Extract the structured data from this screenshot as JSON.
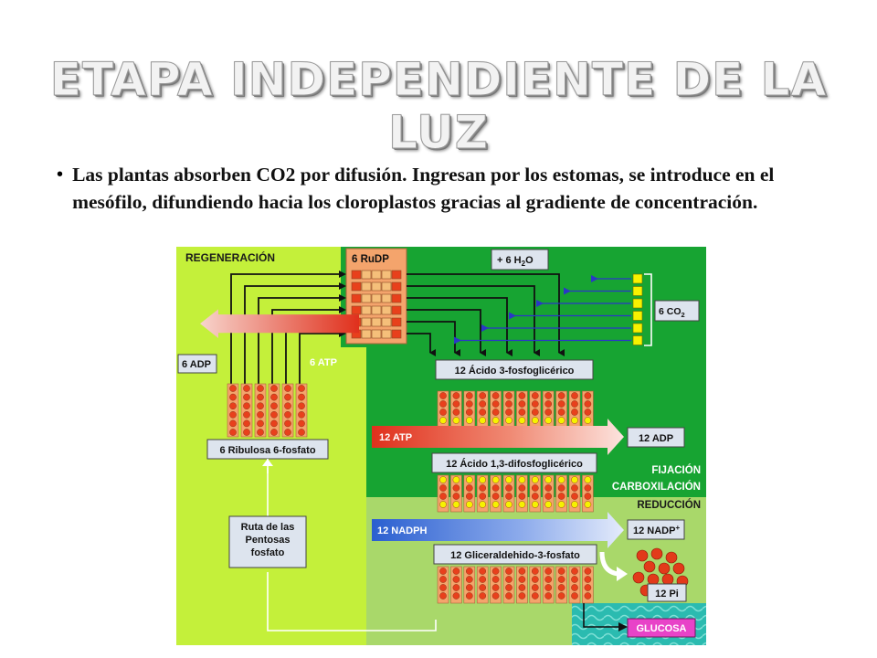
{
  "slide": {
    "title": "ETAPA INDEPENDIENTE DE LA LUZ",
    "bullet": "Las plantas absorben CO2 por difusión. Ingresan por los estomas, se introduce en el mesófilo, difundiendo hacia los cloroplastos gracias al gradiente de concentración."
  },
  "diagram": {
    "labels": {
      "regeneracion": "REGENERACIÓN",
      "rudp": "6 RuDP",
      "h2o_prefix": "+ 6 H",
      "h2o_sub": "2",
      "h2o_suffix": "O",
      "co2_prefix": "6  CO",
      "co2_sub": "2",
      "adp6": "6 ADP",
      "atp6": "6 ATP",
      "acido3": "12 Ácido 3-fosfoglicérico",
      "atp12": "12 ATP",
      "adp12": "12 ADP",
      "acido13": "12 Ácido 1,3-difosfoglicérico",
      "fijacion": "FIJACIÓN",
      "carboxilacion": "CARBOXILACIÓN",
      "reduccion": "REDUCCIÓN",
      "ribulosa": "6 Ribulosa 6-fosfato",
      "ruta1": "Ruta de las",
      "ruta2": "Pentosas",
      "ruta3": "fosfato",
      "nadph": "12 NADPH",
      "nadp_prefix": "12 NADP",
      "nadp_sup": "+",
      "gliceraldehido": "12 Gliceraldehido-3-fosfato",
      "pi": "12 Pi",
      "glucosa": "GLUCOSA"
    },
    "colors": {
      "lime_panel": "#c4f03a",
      "dark_green_panel": "#17a432",
      "light_green_panel": "#a9d86a",
      "molecule_box": "#f4a46c",
      "phosphate": "#e8401c",
      "carbon": "#f5bf7a",
      "co2_square": "#f7f200",
      "label_box": "#dde4ee",
      "glucosa_box": "#e843c8"
    }
  }
}
